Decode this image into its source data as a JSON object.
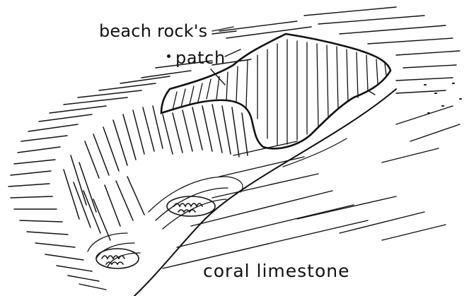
{
  "labels": {
    "beach_rock": "beach rock's",
    "patch": "patch",
    "coral_limestone": "coral limestone"
  },
  "colors": {
    "ink": "#111111",
    "paper": "#ffffff"
  }
}
